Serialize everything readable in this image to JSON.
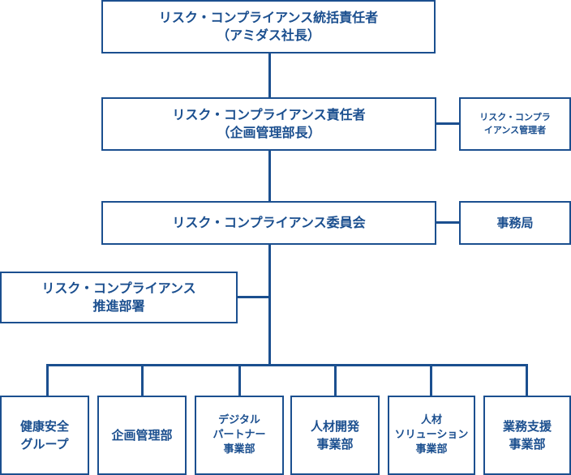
{
  "colors": {
    "line": "#1b4f8f",
    "text": "#1b4f8f",
    "background": "#ffffff"
  },
  "nodes": {
    "chief_officer": {
      "line1": "リスク・コンプライアンス統括責任者",
      "line2": "（アミダス社長）"
    },
    "officer": {
      "line1": "リスク・コンプライアンス責任者",
      "line2": "（企画管理部長）"
    },
    "manager": {
      "line1": "リスク・コンプラ",
      "line2": "イアンス管理者"
    },
    "committee": {
      "line1": "リスク・コンプライアンス委員会"
    },
    "secretariat": {
      "line1": "事務局"
    },
    "promotion": {
      "line1": "リスク・コンプライアンス",
      "line2": "推進部署"
    },
    "departments": [
      {
        "lines": [
          "健康安全",
          "グループ"
        ]
      },
      {
        "lines": [
          "企画管理部"
        ]
      },
      {
        "lines": [
          "デジタル",
          "パートナー",
          "事業部"
        ]
      },
      {
        "lines": [
          "人材開発",
          "事業部"
        ]
      },
      {
        "lines": [
          "人材",
          "ソリューション",
          "事業部"
        ]
      },
      {
        "lines": [
          "業務支援",
          "事業部"
        ]
      }
    ]
  }
}
